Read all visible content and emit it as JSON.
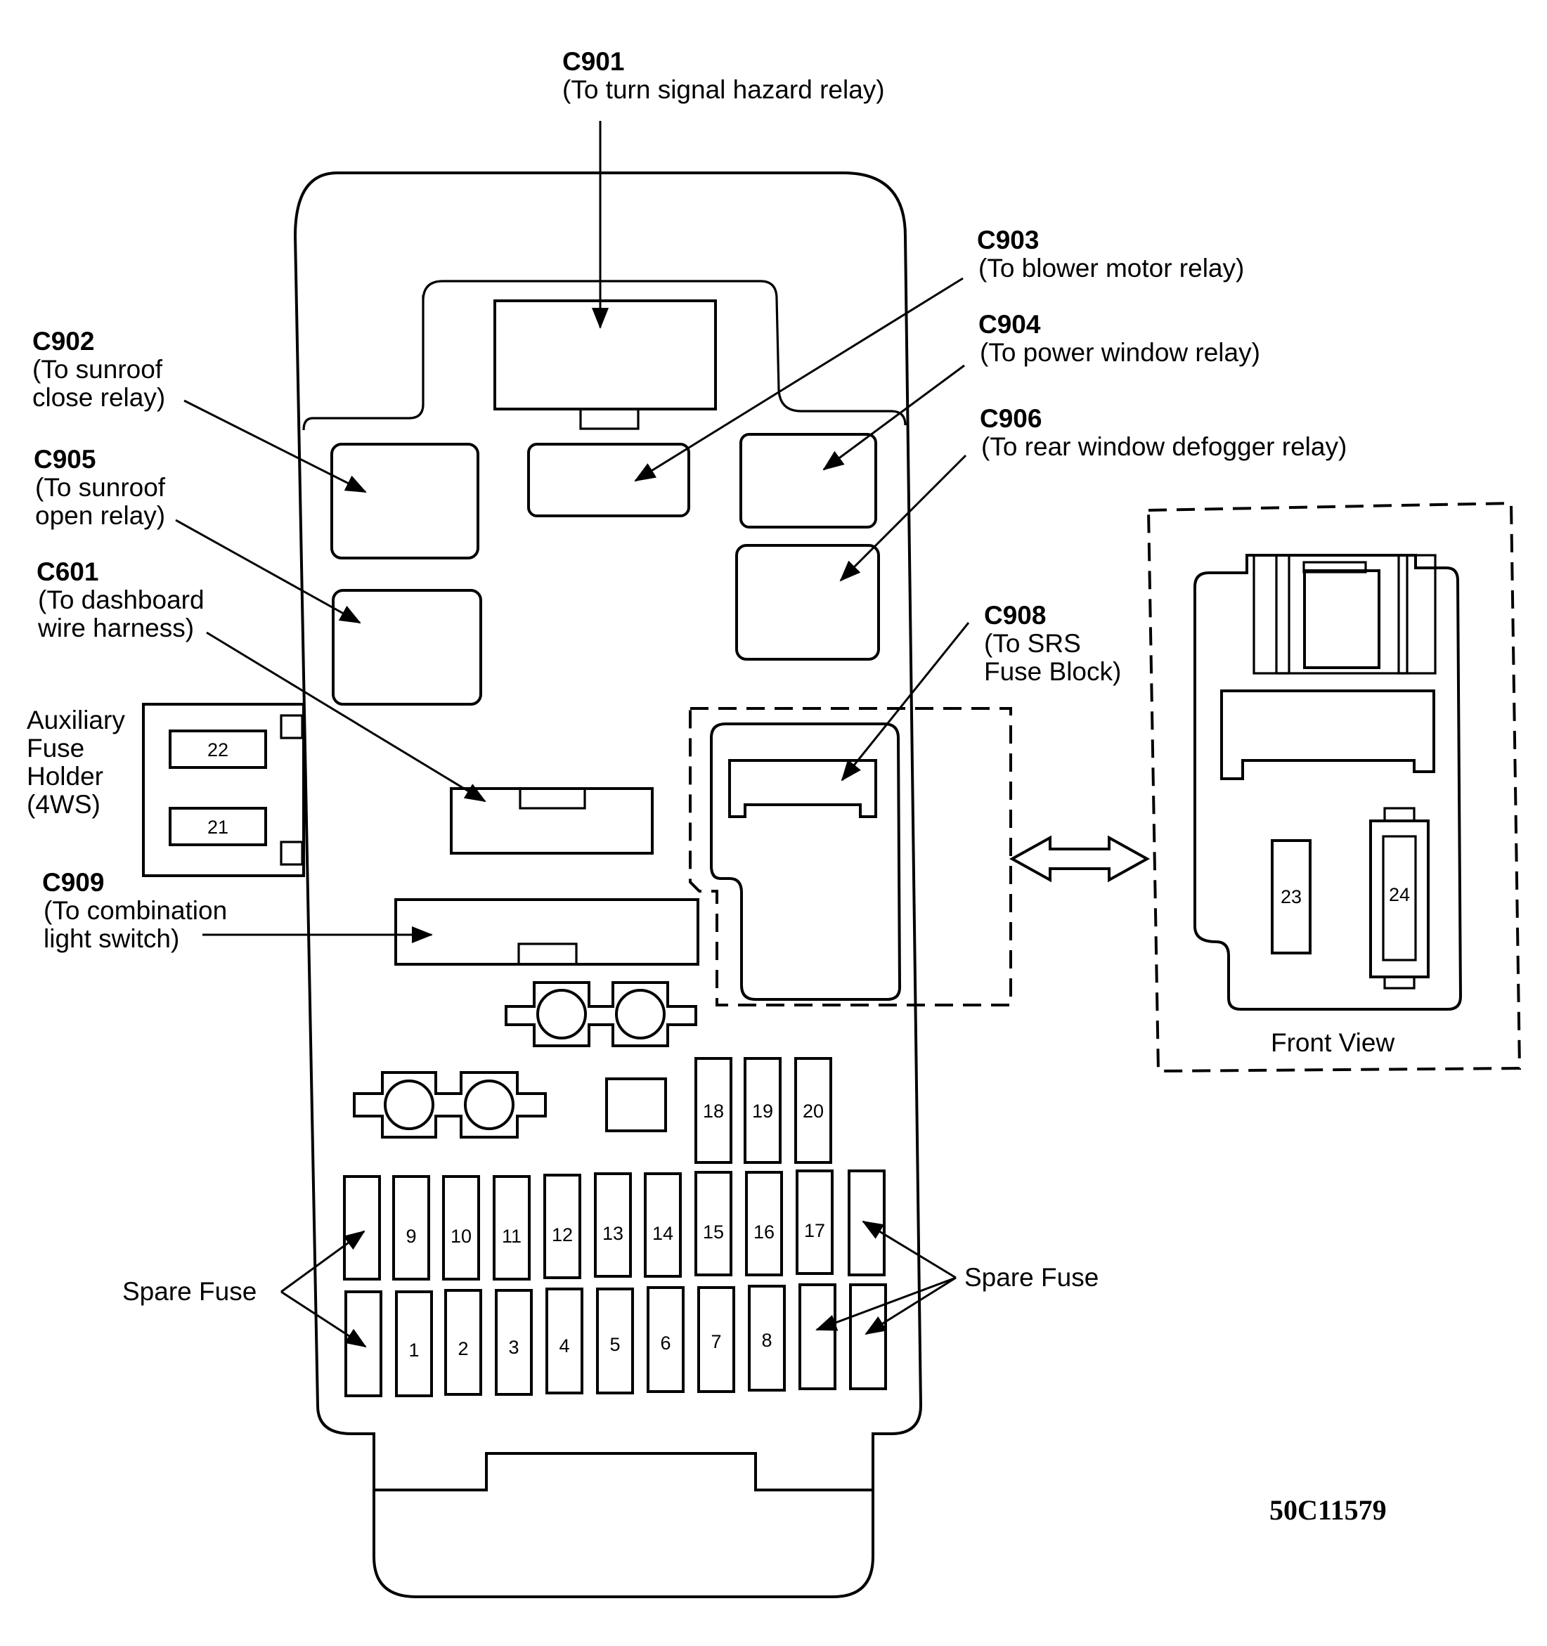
{
  "callouts": {
    "c901": {
      "code": "C901",
      "desc": [
        "(To turn signal hazard relay)"
      ]
    },
    "c902": {
      "code": "C902",
      "desc": [
        "(To sunroof",
        "close relay)"
      ]
    },
    "c903": {
      "code": "C903",
      "desc": [
        "(To blower motor relay)"
      ]
    },
    "c904": {
      "code": "C904",
      "desc": [
        "(To power window relay)"
      ]
    },
    "c905": {
      "code": "C905",
      "desc": [
        "(To sunroof",
        "open relay)"
      ]
    },
    "c906": {
      "code": "C906",
      "desc": [
        "(To rear window defogger relay)"
      ]
    },
    "c601": {
      "code": "C601",
      "desc": [
        "(To dashboard",
        "wire harness)"
      ]
    },
    "c908": {
      "code": "C908",
      "desc": [
        "(To SRS",
        "Fuse Block)"
      ]
    },
    "c909": {
      "code": "C909",
      "desc": [
        "(To combination",
        "light switch)"
      ]
    }
  },
  "aux_holder": {
    "label": [
      "Auxiliary",
      "Fuse",
      "Holder",
      "(4WS)"
    ],
    "fuses": [
      "22",
      "21"
    ]
  },
  "fuses": {
    "bottom_row": [
      "1",
      "2",
      "3",
      "4",
      "5",
      "6",
      "7",
      "8"
    ],
    "middle_row": [
      "9",
      "10",
      "11",
      "12",
      "13",
      "14",
      "15",
      "16",
      "17"
    ],
    "top_row": [
      "18",
      "19",
      "20"
    ],
    "front_view": [
      "23",
      "24"
    ]
  },
  "spare_fuse_left": "Spare Fuse",
  "spare_fuse_right": "Spare Fuse",
  "front_view_label": "Front View",
  "figure_id": "50C11579"
}
